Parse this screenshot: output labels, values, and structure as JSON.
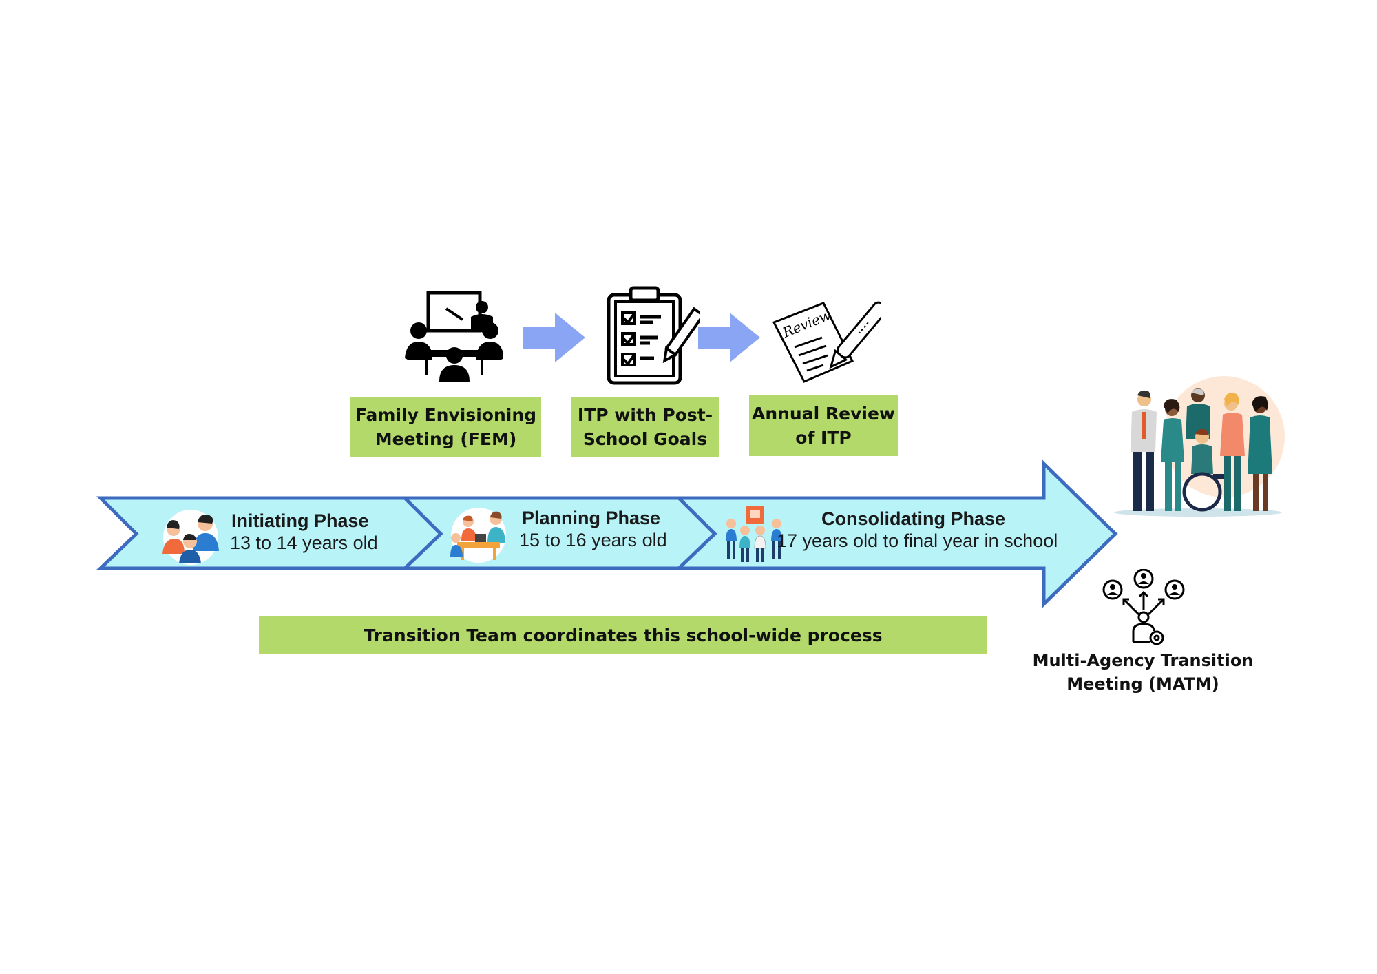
{
  "steps": [
    {
      "label_line1": "Family Envisioning",
      "label_line2": "Meeting (FEM)",
      "icon": "meeting-presentation-icon"
    },
    {
      "label_line1": "ITP with Post-",
      "label_line2": "School Goals",
      "icon": "clipboard-checklist-icon"
    },
    {
      "label_line1": "Annual Review",
      "label_line2": "of ITP",
      "icon": "review-document-pen-icon",
      "icon_text": "Review"
    }
  ],
  "phases": [
    {
      "title": "Initiating Phase",
      "age": "13 to 14 years old",
      "icon": "family-illustration"
    },
    {
      "title": "Planning Phase",
      "age": "15 to 16 years old",
      "icon": "teacher-students-illustration"
    },
    {
      "title": "Consolidating Phase",
      "age": "17 years old to final year in school",
      "icon": "students-group-illustration"
    }
  ],
  "transition_team": "Transition Team coordinates this school-wide process",
  "matm": {
    "line1": "Multi-Agency Transition",
    "line2": "Meeting (MATM)",
    "icon": "network-people-icon"
  },
  "colors": {
    "arrow_fill": "#b8f3f8",
    "arrow_stroke": "#3d6bbf",
    "green_box": "#b2d96a",
    "step_arrow": "#8ba5f5"
  }
}
